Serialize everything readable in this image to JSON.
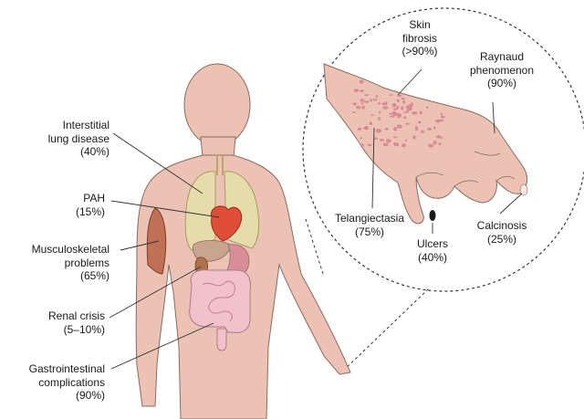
{
  "labels": {
    "ild": {
      "name": "Interstitial lung disease",
      "line1": "Interstitial",
      "line2": "lung disease",
      "pct": "(40%)"
    },
    "pah": {
      "name": "PAH",
      "pct": "(15%)"
    },
    "msk": {
      "name": "Musculoskeletal problems",
      "line1": "Musculoskeletal",
      "line2": "problems",
      "pct": "(65%)"
    },
    "renal": {
      "name": "Renal crisis",
      "pct": "(5–10%)"
    },
    "gi": {
      "name": "Gastrointestinal complications",
      "line1": "Gastrointestinal",
      "line2": "complications",
      "pct": "(90%)"
    },
    "skin": {
      "line1": "Skin",
      "line2": "fibrosis",
      "pct": "(>90%)"
    },
    "raynaud": {
      "line1": "Raynaud",
      "line2": "phenomenon",
      "pct": "(90%)"
    },
    "telang": {
      "name": "Telangiectasia",
      "pct": "(75%)"
    },
    "ulcers": {
      "name": "Ulcers",
      "pct": "(40%)"
    },
    "calcinosis": {
      "name": "Calcinosis",
      "pct": "(25%)"
    }
  },
  "colors": {
    "skin": "#ecc2b4",
    "skin_outline": "#8c6a5f",
    "lung": "#e6dcaa",
    "heart": "#e04e3a",
    "intestine": "#f2c2cc",
    "muscle": "#c07055",
    "telangiectasia": "#d98a94",
    "leader_line": "#333333"
  }
}
